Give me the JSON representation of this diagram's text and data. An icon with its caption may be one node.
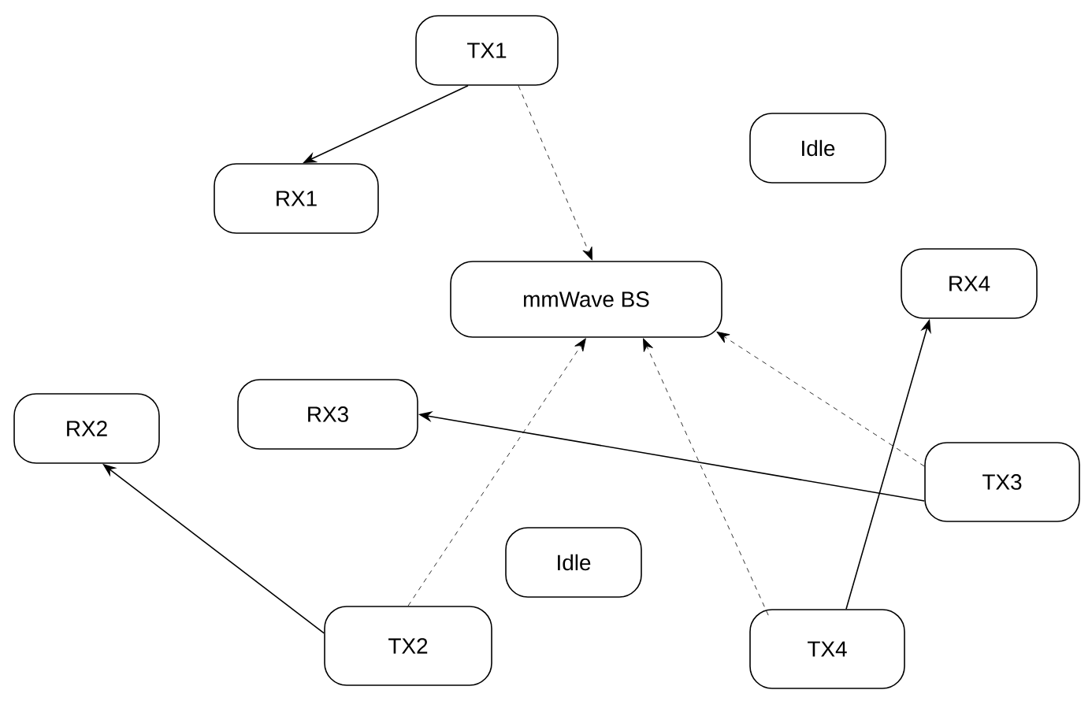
{
  "diagram": {
    "nodes": [
      {
        "text": [
          "TX1"
        ]
      },
      {
        "text": [
          "Idle"
        ]
      },
      {
        "text": [
          "RX1"
        ]
      },
      {
        "text": [
          "mmWave BS"
        ]
      },
      {
        "text": [
          "RX4"
        ]
      },
      {
        "text": [
          "RX3"
        ]
      },
      {
        "text": [
          "RX2"
        ]
      },
      {
        "text": [
          "TX3"
        ]
      },
      {
        "text": [
          "Idle"
        ]
      },
      {
        "text": [
          "TX2"
        ]
      },
      {
        "text": [
          "TX4"
        ]
      }
    ],
    "edges": [
      {
        "from": 0,
        "to": 2,
        "arrow": "to"
      },
      {
        "from": 0,
        "to": 3,
        "arrow": "to",
        "style": "dashed"
      },
      {
        "from": 7,
        "to": 3,
        "arrow": "to",
        "style": "dashed"
      },
      {
        "from": 7,
        "to": 5,
        "arrow": "to"
      },
      {
        "from": 9,
        "to": 6,
        "arrow": "to"
      },
      {
        "from": 9,
        "to": 3,
        "arrow": "to",
        "style": "dashed"
      },
      {
        "from": 10,
        "to": 3,
        "arrow": "to",
        "style": "dashed"
      },
      {
        "from": 10,
        "to": 4,
        "arrow": "to"
      }
    ]
  }
}
